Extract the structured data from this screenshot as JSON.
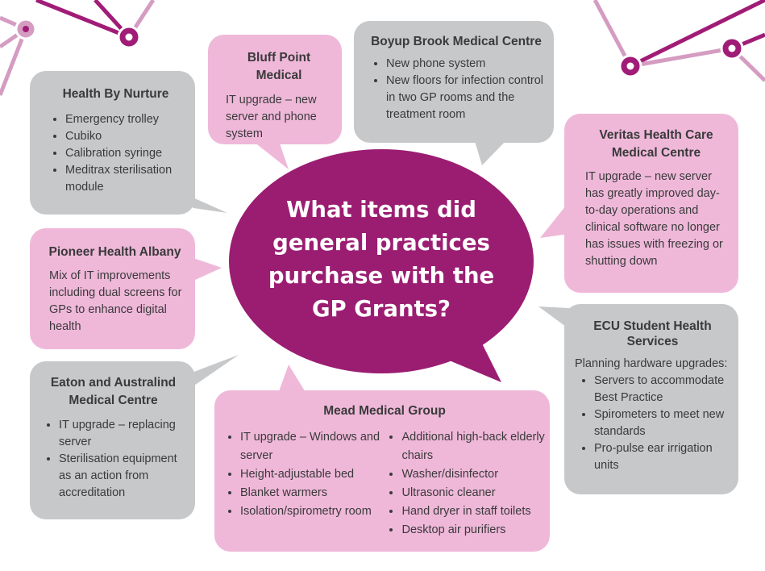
{
  "central_question": "What items did general practices purchase with the GP Grants?",
  "colors": {
    "magenta": "#9b1d72",
    "pink_bubble": "#efb8d9",
    "grey_bubble": "#c7c8ca",
    "deco_dark": "#a01c77",
    "deco_light": "#d59cc2"
  },
  "bubbles": {
    "health_by_nurture": {
      "title": "Health By Nurture",
      "items": [
        "Emergency trolley",
        "Cubiko",
        "Calibration syringe",
        "Meditrax sterilisation module"
      ]
    },
    "bluff_point": {
      "title": "Bluff Point Medical",
      "text": "IT upgrade – new server and phone system"
    },
    "boyup_brook": {
      "title": "Boyup Brook Medical Centre",
      "items": [
        "New phone system",
        "New floors for infection control in two GP rooms and the treatment room"
      ]
    },
    "veritas": {
      "title": "Veritas Health Care Medical Centre",
      "text": "IT upgrade – new server has greatly improved day-to-day operations and clinical software no longer has issues with freezing or shutting down"
    },
    "pioneer": {
      "title": "Pioneer Health Albany",
      "text": "Mix of IT improvements including dual screens for GPs to enhance digital health"
    },
    "ecu": {
      "title": "ECU Student Health Services",
      "intro": "Planning hardware upgrades:",
      "items": [
        "Servers to accommodate Best Practice",
        "Spirometers to meet new standards",
        "Pro-pulse ear irrigation units"
      ]
    },
    "eaton": {
      "title": "Eaton and Australind Medical Centre",
      "items": [
        "IT upgrade – replacing server",
        "Sterilisation equipment as an action from accreditation"
      ]
    },
    "mead": {
      "title": "Mead Medical Group",
      "items_left": [
        "IT upgrade – Windows and server",
        "Height-adjustable bed",
        "Blanket warmers",
        "Isolation/spirometry room"
      ],
      "items_right": [
        "Additional high-back elderly chairs",
        "Washer/disinfector",
        "Ultrasonic cleaner",
        "Hand dryer in staff toilets",
        "Desktop air purifiers"
      ]
    }
  }
}
